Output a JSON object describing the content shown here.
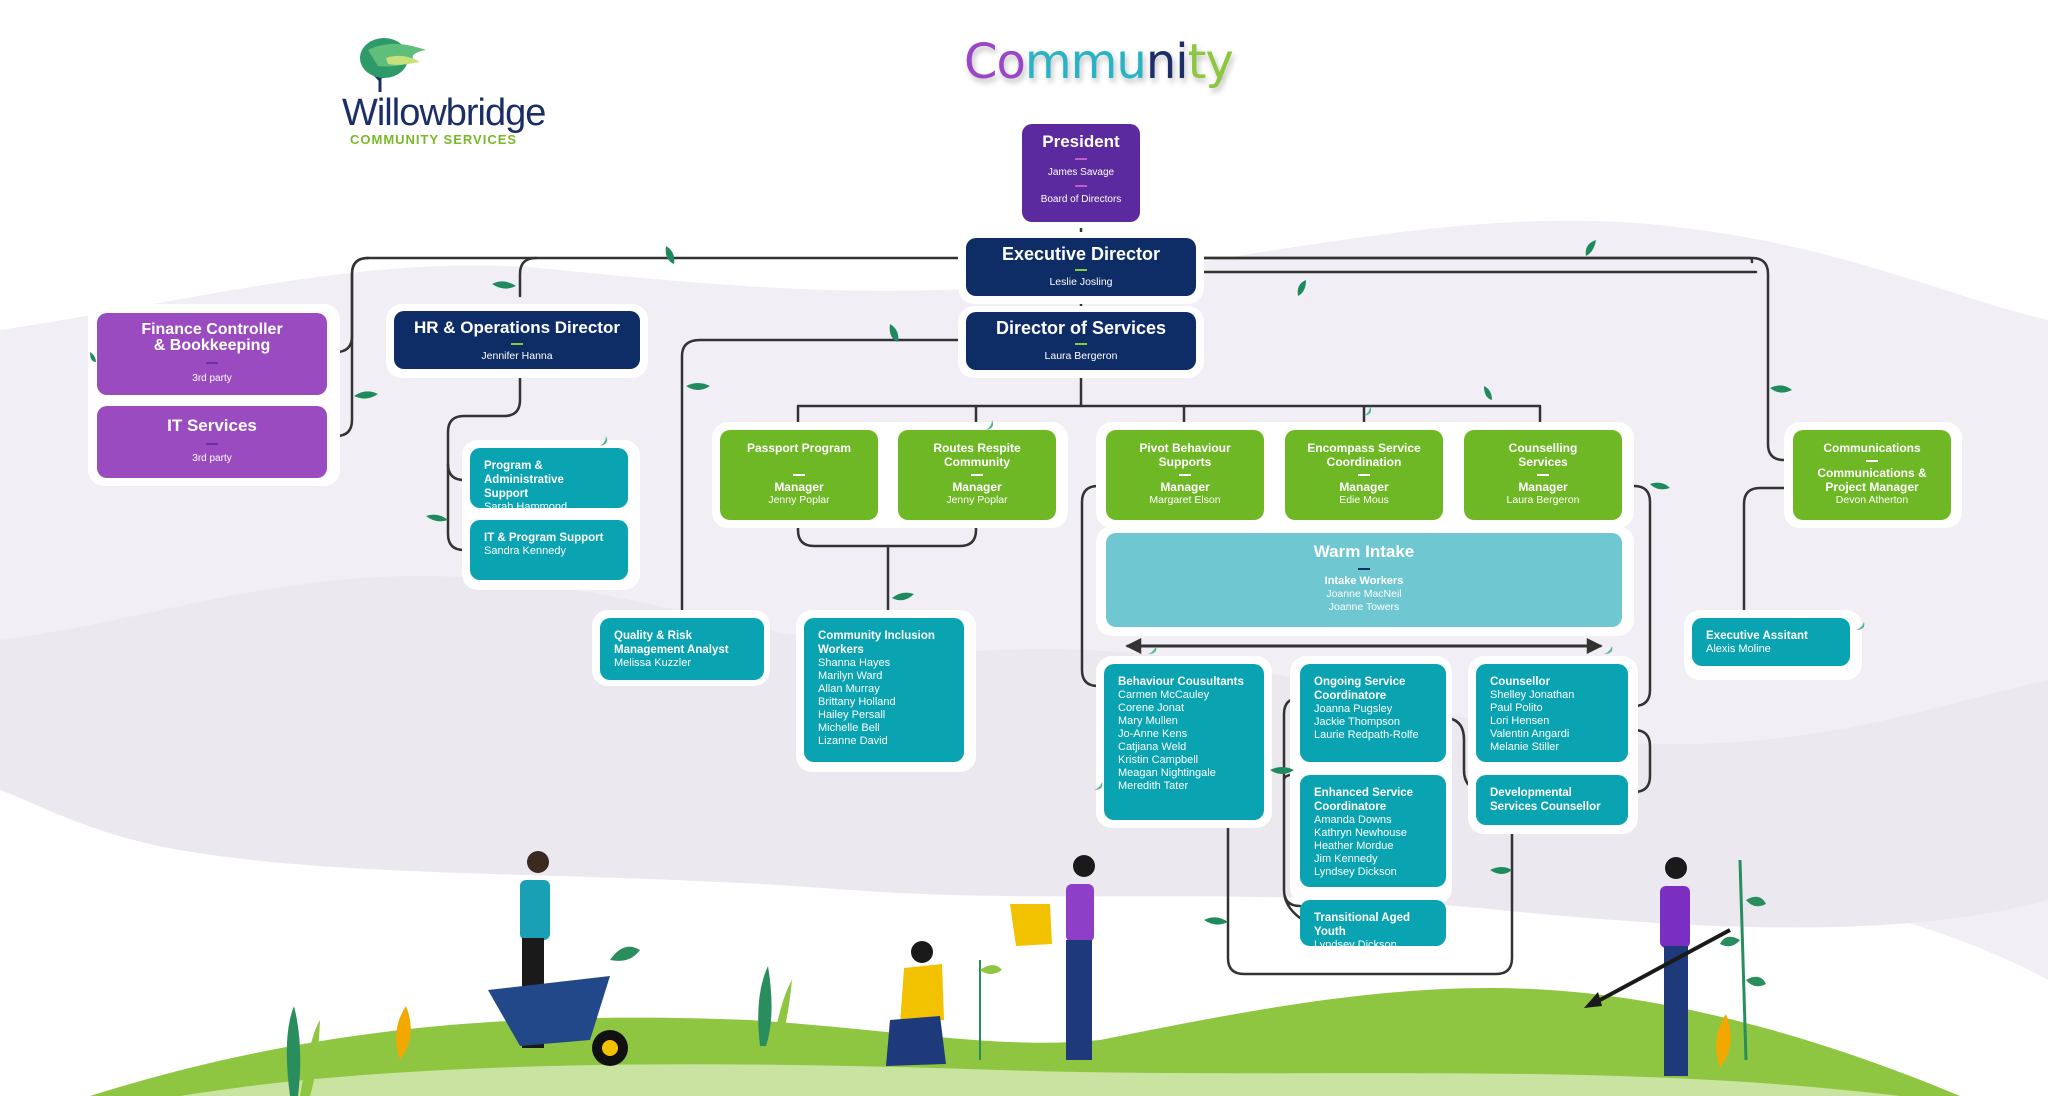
{
  "header": {
    "logo_name": "Willowbridge",
    "logo_subtitle": "COMMUNITY SERVICES",
    "title_parts": [
      {
        "text": "Co",
        "color": "#9b46c4"
      },
      {
        "text": "mmu",
        "color": "#2ab3c5"
      },
      {
        "text": "ni",
        "color": "#1b2f66"
      },
      {
        "text": "ty",
        "color": "#8dc63f"
      }
    ]
  },
  "colors": {
    "navy": "#0e2c66",
    "purple": "#5b2a9e",
    "violet": "#9a4bbf",
    "green": "#6fb825",
    "teal": "#0aa3b2",
    "light_teal": "#6fc7d2",
    "connector": "#333333",
    "leaf": "#1f8a5e"
  },
  "org": {
    "president": {
      "title": "President",
      "name": "James Savage",
      "note": "Board of Directors"
    },
    "executive_director": {
      "title": "Executive Director",
      "name": "Leslie Josling"
    },
    "director_of_services": {
      "title": "Director of Services",
      "name": "Laura Bergeron"
    },
    "hr_ops_director": {
      "title": "HR & Operations Director",
      "name": "Jennifer Hanna"
    },
    "finance": {
      "title_line1": "Finance Controller",
      "title_line2": "& Bookkeeping",
      "note": "3rd party"
    },
    "it_services": {
      "title": "IT Services",
      "note": "3rd party"
    },
    "program_admin_support": {
      "title_line1": "Program & Administrative",
      "title_line2": "Support",
      "name": "Sarah Hammond"
    },
    "it_program_support": {
      "title": "IT & Program Support",
      "name": "Sandra Kennedy"
    },
    "quality_risk": {
      "title_line1": "Quality & Risk",
      "title_line2": "Management Analyst",
      "name": "Melissa Kuzzler"
    },
    "programs": [
      {
        "title_line1": "Passport Program",
        "title_line2": "",
        "role": "Manager",
        "name": "Jenny Poplar"
      },
      {
        "title_line1": "Routes Respite",
        "title_line2": "Community",
        "role": "Manager",
        "name": "Jenny Poplar"
      },
      {
        "title_line1": "Pivot Behaviour",
        "title_line2": "Supports",
        "role": "Manager",
        "name": "Margaret Elson"
      },
      {
        "title_line1": "Encompass Service",
        "title_line2": "Coordination",
        "role": "Manager",
        "name": "Edie Mous"
      },
      {
        "title_line1": "Counselling",
        "title_line2": "Services",
        "role": "Manager",
        "name": "Laura Bergeron"
      }
    ],
    "communications": {
      "title": "Communications",
      "role_line1": "Communications &",
      "role_line2": "Project Manager",
      "name": "Devon Atherton"
    },
    "executive_assistant": {
      "title": "Executive Assitant",
      "name": "Alexis Moline"
    },
    "warm_intake": {
      "title": "Warm Intake",
      "role": "Intake Workers",
      "members": [
        "Joanne MacNeil",
        "Joanne Towers"
      ]
    },
    "community_inclusion": {
      "title_line1": "Community Inclusion",
      "title_line2": "Workers",
      "members": [
        "Shanna Hayes",
        "Marilyn Ward",
        "Allan Murray",
        "Brittany Holland",
        "Hailey Persall",
        "Michelle Bell",
        "Lizanne David"
      ]
    },
    "behaviour_consultants": {
      "title": "Behaviour Cousultants",
      "members": [
        "Carmen McCauley",
        "Corene Jonat",
        "Mary Mullen",
        "Jo-Anne Kens",
        "Catjiana Weld",
        "Kristin Campbell",
        "Meagan Nightingale",
        "Meredith Tater"
      ]
    },
    "ongoing_coordinators": {
      "title_line1": "Ongoing Service",
      "title_line2": "Coordinatore",
      "members": [
        "Joanna Pugsley",
        "Jackie Thompson",
        "Laurie Redpath-Rolfe"
      ]
    },
    "enhanced_coordinators": {
      "title_line1": "Enhanced Service",
      "title_line2": "Coordinatore",
      "members": [
        "Amanda Downs",
        "Kathryn Newhouse",
        "Heather Mordue",
        "Jim Kennedy",
        "Lyndsey Dickson"
      ]
    },
    "transitional_youth": {
      "title": "Transitional Aged Youth",
      "name": "Lyndsey Dickson"
    },
    "counsellor": {
      "title": "Counsellor",
      "members": [
        "Shelley Jonathan",
        "Paul Polito",
        "Lori Hensen",
        "Valentin Angardi",
        "Melanie Stiller"
      ]
    },
    "developmental_counsellor": {
      "title_line1": "Developmental",
      "title_line2": "Services Counsellor"
    }
  }
}
